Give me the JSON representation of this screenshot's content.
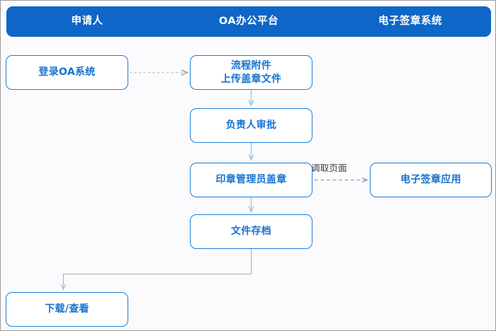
{
  "diagram": {
    "title_lanes": {
      "applicant": "申请人",
      "oa_platform": "OA办公平台",
      "esign_system": "电子签章系统"
    },
    "nodes": {
      "login": "登录OA系统",
      "attachment_upload": "流程附件\n上传盖章文件",
      "manager_approval": "负责人审批",
      "seal_admin_stamp": "印章管理员盖章",
      "file_archive": "文件存档",
      "download_view": "下载/查看",
      "esign_application": "电子签章应用"
    },
    "edge_labels": {
      "invoke_page": "调取页面"
    },
    "colors": {
      "header_blue": "#0d66c8",
      "node_border": "#1b7fd6",
      "node_text": "#1772d0",
      "node_fill": "#ffffff",
      "connector_blue": "#9cc4e4",
      "connector_gray": "#b9b9b9",
      "dashed_gray": "#c9c9c9",
      "canvas_bg": "#fbfbfd",
      "label_text": "#3b3b3b"
    }
  }
}
